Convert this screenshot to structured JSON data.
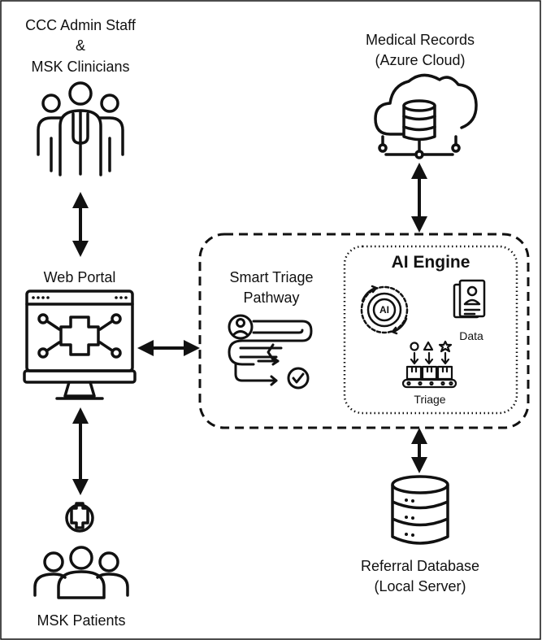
{
  "staff": {
    "line1": "CCC Admin Staff",
    "line2": "&",
    "line3": "MSK Clinicians"
  },
  "medical_records": {
    "line1": "Medical Records",
    "line2": "(Azure Cloud)"
  },
  "web_portal": {
    "label": "Web Portal"
  },
  "smart_triage": {
    "line1": "Smart Triage",
    "line2": "Pathway"
  },
  "ai_engine": {
    "title": "AI Engine",
    "badge": "AI",
    "data_label": "Data",
    "triage_label": "Triage"
  },
  "referral_db": {
    "line1": "Referral Database",
    "line2": "(Local Server)"
  },
  "patients": {
    "label": "MSK Patients"
  }
}
